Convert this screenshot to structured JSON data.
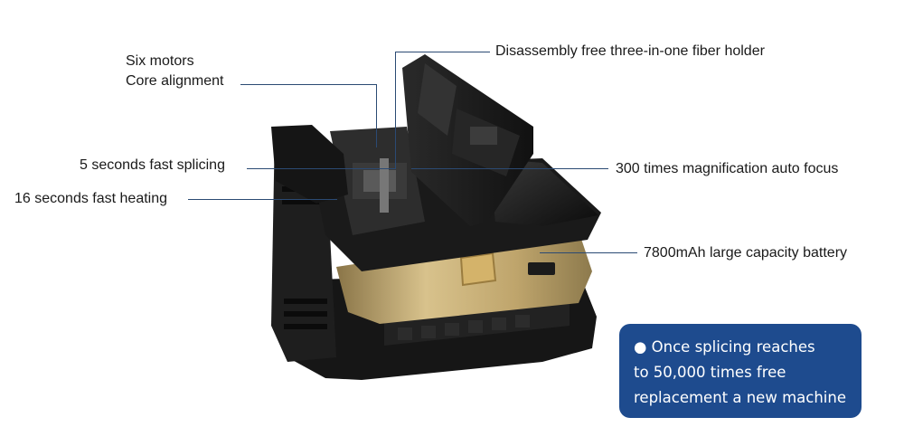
{
  "labels": {
    "six_motors": "Six motors",
    "core_alignment": "Core alignment",
    "fiber_holder": "Disassembly free three-in-one fiber holder",
    "fast_splicing": "5 seconds fast splicing",
    "magnification": "300 times magnification auto focus",
    "fast_heating": "16 seconds fast heating",
    "battery": "7800mAh large capacity battery"
  },
  "callout": {
    "line1": "Once splicing reaches",
    "line2": "to 50,000 times free",
    "line3": "replacement a new machine"
  },
  "colors": {
    "leader_line": "#2b4a73",
    "callout_bg": "#1e4b8e",
    "device_body": "#1b1b1b",
    "device_gold": "#c9b07a"
  }
}
